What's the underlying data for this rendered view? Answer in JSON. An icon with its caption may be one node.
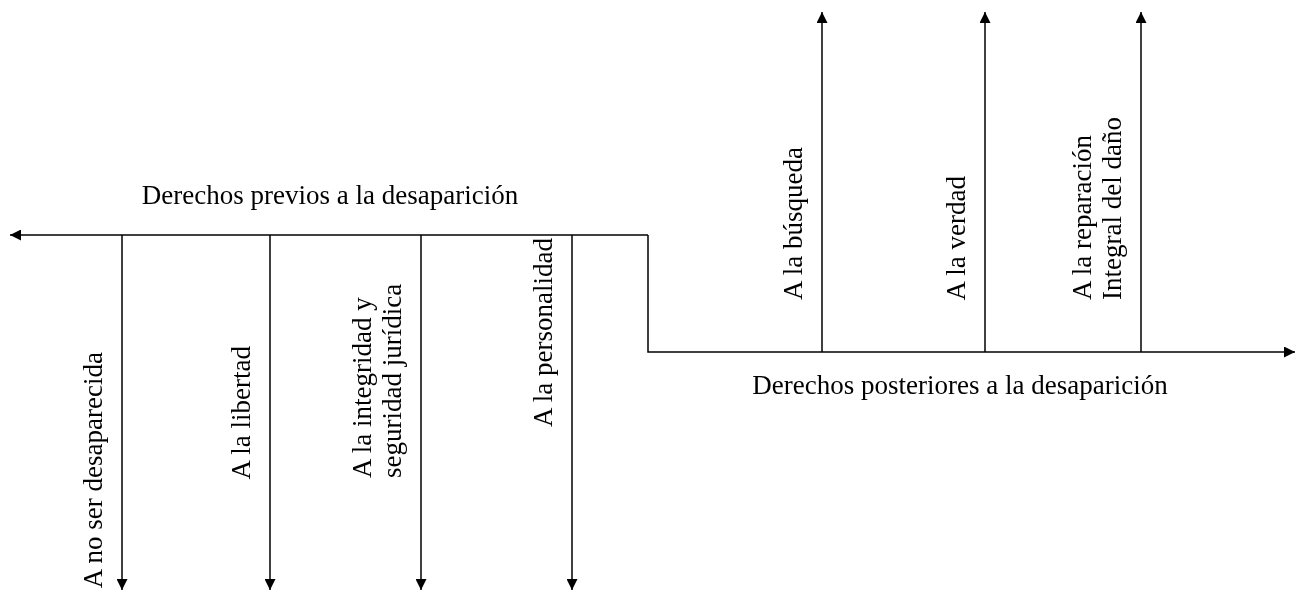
{
  "diagram": {
    "nodes": [
      {
        "text": [
          "Derechos previos a la desaparición"
        ]
      },
      {
        "text": [
          "A no ser desaparecida"
        ]
      },
      {
        "text": [
          "A la libertad"
        ]
      },
      {
        "text": [
          "A la integridad y seguridad jurídica"
        ]
      },
      {
        "text": [
          "A la personalidad"
        ]
      },
      {
        "text": [
          "Derechos posteriores a la desaparición"
        ]
      },
      {
        "text": [
          "A la búsqueda"
        ]
      },
      {
        "text": [
          "A la verdad"
        ]
      },
      {
        "text": [
          "A la reparación Integral del daño"
        ]
      }
    ]
  }
}
